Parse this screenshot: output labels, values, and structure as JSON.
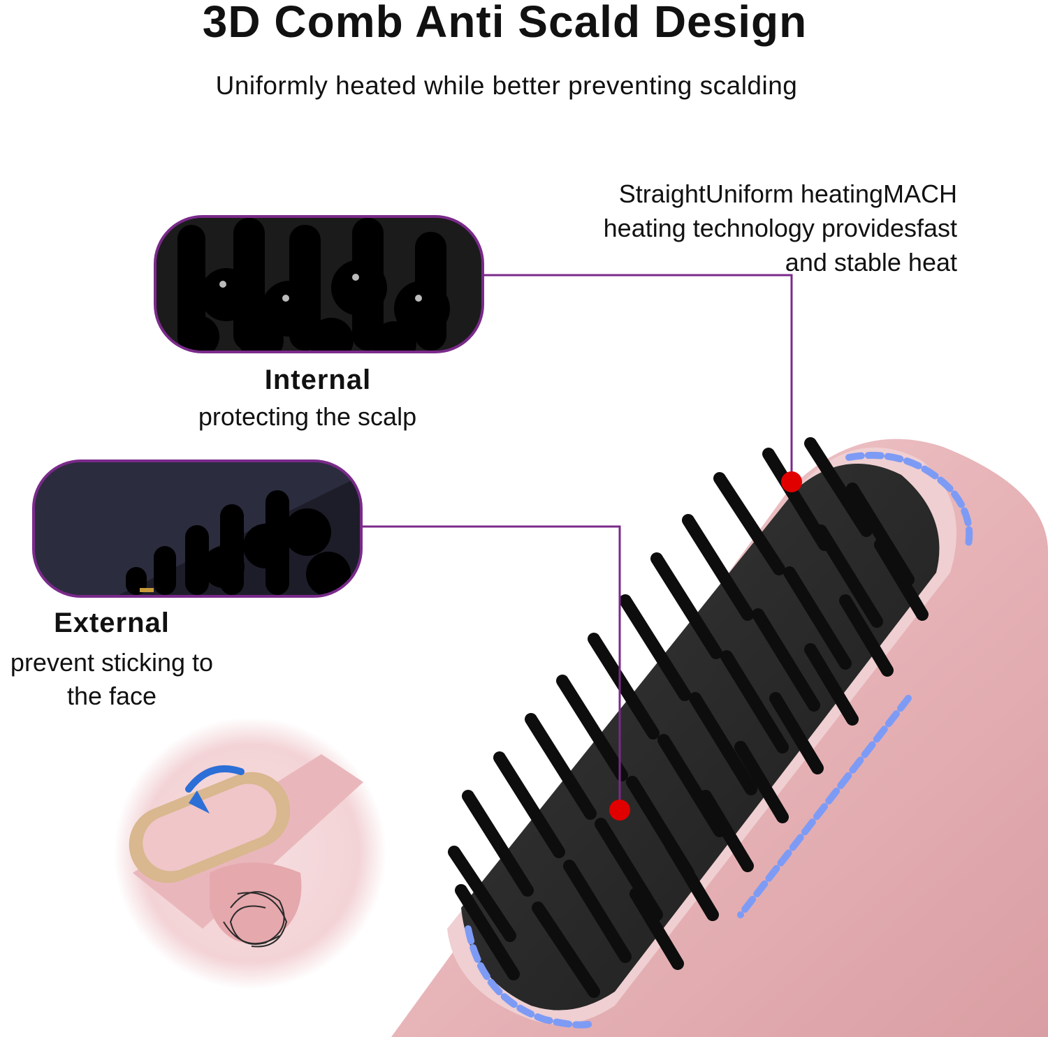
{
  "header": {
    "title": "3D Comb Anti Scald Design",
    "subtitle": "Uniformly heated while better preventing scalding"
  },
  "callout": {
    "line1": "StraightUniform heatingMACH",
    "line2": "heating technology providesfast",
    "line3": "and stable heat"
  },
  "internal": {
    "title": "Internal",
    "description": "protecting the scalp"
  },
  "external": {
    "title": "External",
    "description_line1": "prevent sticking to",
    "description_line2": "the face"
  },
  "colors": {
    "accent_purple": "#7a2a8a",
    "marker_red": "#e00000",
    "brush_pink": "#e8b8bc",
    "led_blue": "#6a8cf0"
  }
}
